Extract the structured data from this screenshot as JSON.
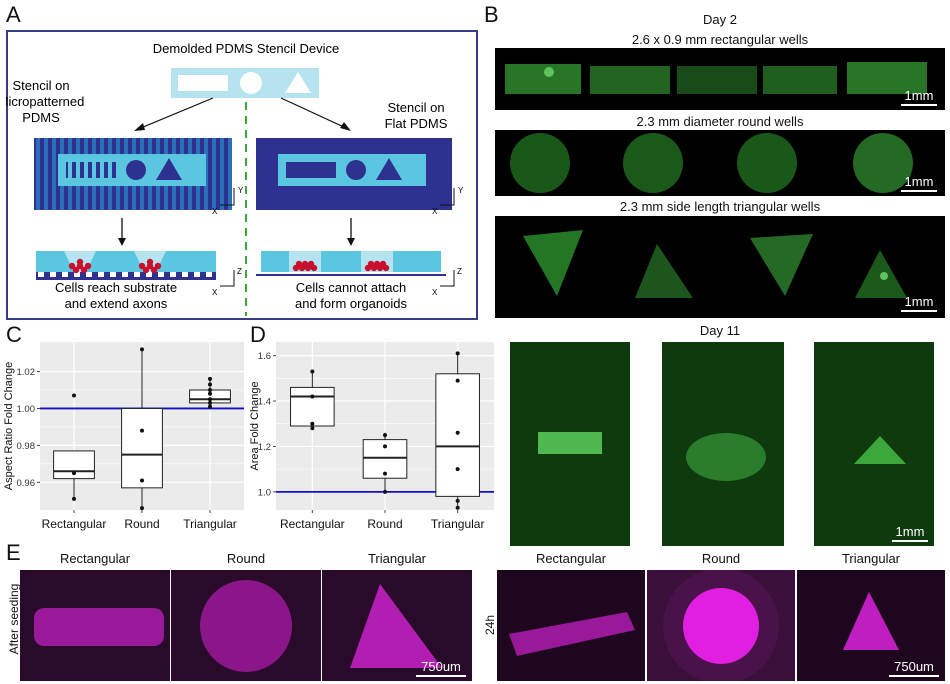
{
  "panels": {
    "a": "A",
    "b": "B",
    "c": "C",
    "d": "D",
    "e": "E"
  },
  "schematic": {
    "title": "Demolded PDMS Stencil Device",
    "left_label": [
      "Stencil on",
      "Micropatterned",
      "PDMS"
    ],
    "right_label": [
      "Stencil on",
      "Flat PDMS"
    ],
    "left_caption": [
      "Cells reach substrate",
      "and extend axons"
    ],
    "right_caption": [
      "Cells cannot attach",
      "and form organoids"
    ],
    "axis_x": "X",
    "axis_y": "Y",
    "axis_z": "Z",
    "colors": {
      "frame": "#3a3a8c",
      "stencil": "#b5e3f0",
      "light": "#5bc6e0",
      "dark": "#2e3190",
      "stripe": "#2a6fb8",
      "cell": "#c8102e"
    }
  },
  "day2": {
    "title": "Day 2",
    "rows": [
      {
        "label": "2.6 x 0.9 mm rectangular wells",
        "scale": "1mm"
      },
      {
        "label": "2.3 mm diameter round wells",
        "scale": "1mm"
      },
      {
        "label": "2.3 mm side length triangular wells",
        "scale": "1mm"
      }
    ]
  },
  "day11": {
    "title": "Day 11",
    "scale": "1mm"
  },
  "chart_data": [
    {
      "type": "box",
      "ylabel": "Aspect Ratio Fold Change",
      "categories": [
        "Rectangular",
        "Round",
        "Triangular"
      ],
      "ylim": [
        0.945,
        1.036
      ],
      "yticks": [
        0.96,
        0.98,
        1.0,
        1.02
      ],
      "ytick_labels": [
        "0.96",
        "0.98",
        "1.00",
        "1.02"
      ],
      "hline": 1.0,
      "boxes": [
        {
          "q1": 0.962,
          "median": 0.966,
          "q3": 0.977,
          "lower": 0.951,
          "upper": 0.977,
          "points": [
            0.951,
            0.965,
            1.007
          ]
        },
        {
          "q1": 0.957,
          "median": 0.975,
          "q3": 1.0,
          "lower": 0.946,
          "upper": 1.032,
          "points": [
            0.946,
            0.961,
            0.988,
            1.032
          ]
        },
        {
          "q1": 1.003,
          "median": 1.005,
          "q3": 1.01,
          "lower": 1.001,
          "upper": 1.016,
          "points": [
            1.001,
            1.003,
            1.005,
            1.008,
            1.01,
            1.013,
            1.016
          ]
        }
      ]
    },
    {
      "type": "box",
      "ylabel": "Area Fold Change",
      "categories": [
        "Rectangular",
        "Round",
        "Triangular"
      ],
      "ylim": [
        0.92,
        1.66
      ],
      "yticks": [
        1.0,
        1.2,
        1.4,
        1.6
      ],
      "ytick_labels": [
        "1.0",
        "1.2",
        "1.4",
        "1.6"
      ],
      "hline": 1.0,
      "boxes": [
        {
          "q1": 1.29,
          "median": 1.42,
          "q3": 1.46,
          "lower": 1.28,
          "upper": 1.53,
          "points": [
            1.28,
            1.3,
            1.42,
            1.53
          ]
        },
        {
          "q1": 1.06,
          "median": 1.15,
          "q3": 1.23,
          "lower": 1.0,
          "upper": 1.26,
          "points": [
            1.0,
            1.08,
            1.2,
            1.25
          ]
        },
        {
          "q1": 0.98,
          "median": 1.2,
          "q3": 1.52,
          "lower": 0.93,
          "upper": 1.61,
          "points": [
            0.93,
            0.96,
            1.1,
            1.26,
            1.49,
            1.61
          ]
        }
      ]
    }
  ],
  "panel_e": {
    "left_row_label": "After seeding",
    "right_row_label": "24h",
    "left_titles": [
      "Rectangular",
      "Round",
      "Triangular"
    ],
    "right_titles": [
      "Rectangular",
      "Round",
      "Triangular"
    ],
    "scale": "750um"
  },
  "colors": {
    "green": "#3aa83a",
    "magenta": "#d01fd0",
    "hline": "#1010c8"
  }
}
